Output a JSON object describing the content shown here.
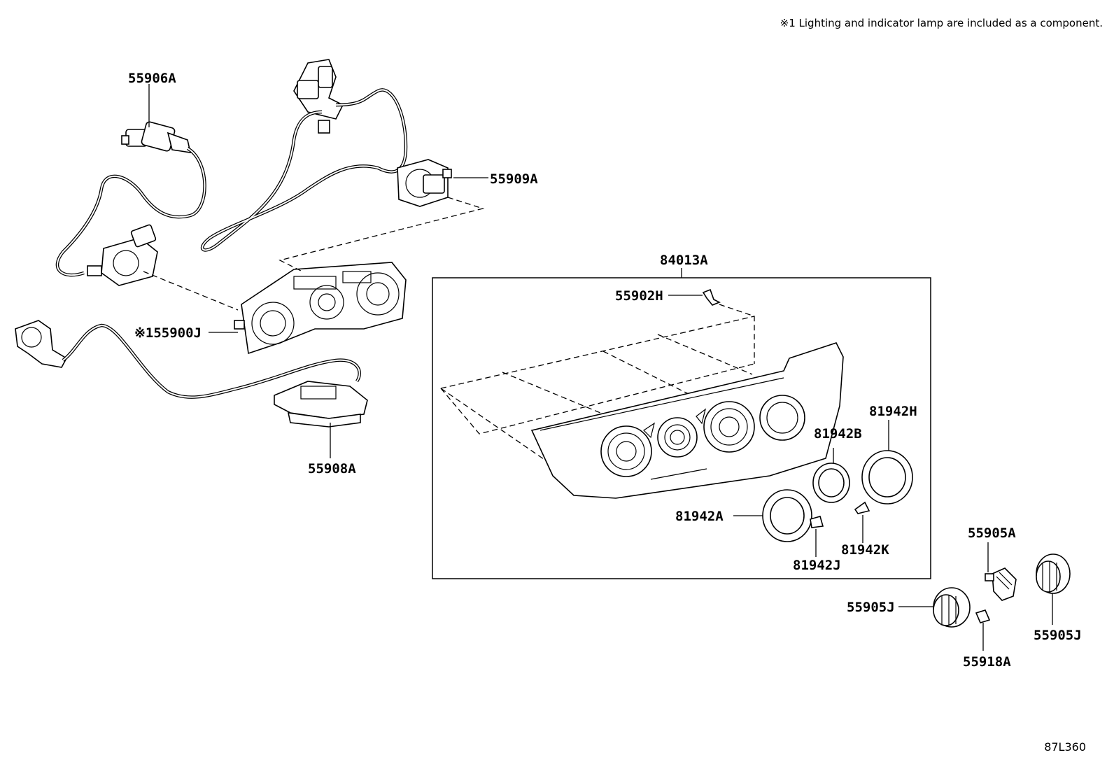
{
  "note": "※1 Lighting and indicator lamp are included as a component.",
  "diagram_code": "87L360",
  "callouts": {
    "p55906A": "55906A",
    "p55909A": "55909A",
    "p55900J": "※155900J",
    "p55908A": "55908A",
    "p84013A": "84013A",
    "p55902H": "55902H",
    "p81942H": "81942H",
    "p81942B": "81942B",
    "p81942A": "81942A",
    "p81942J": "81942J",
    "p81942K": "81942K",
    "p55905A": "55905A",
    "p55905J_left": "55905J",
    "p55905J_right": "55905J",
    "p55918A": "55918A"
  }
}
